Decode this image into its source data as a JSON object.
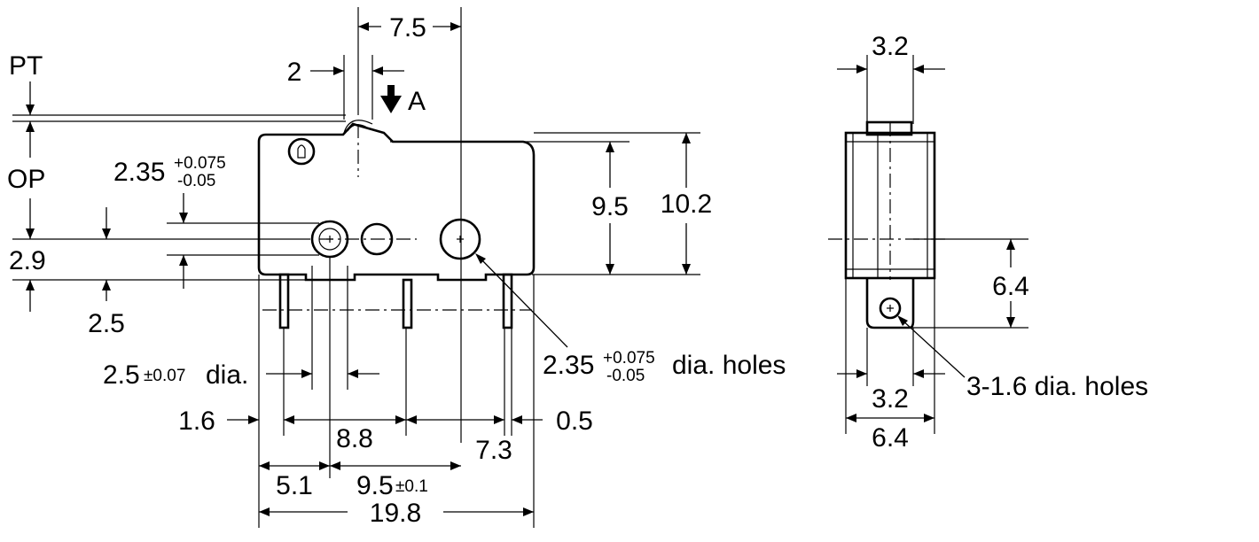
{
  "side_view": {
    "pt_label": "PT",
    "op_label": "OP",
    "op_dim": "2.9",
    "op_offset_dim": "2.5",
    "lever_width_dim": "2",
    "actuator_to_hole_dim": "7.5",
    "force_direction_label": "A",
    "top_hole_to_top_dim": "9.5",
    "overall_height_dim": "10.2",
    "hole_offset_dim": "2.35",
    "hole_offset_tol_plus": "+0.075",
    "hole_offset_tol_minus": "-0.05",
    "pin_dia_value": "2.5",
    "pin_dia_tol": "±0.07",
    "pin_dia_suffix": "dia.",
    "mounting_hole_value": "2.35",
    "mounting_hole_tol_plus": "+0.075",
    "mounting_hole_tol_minus": "-0.05",
    "mounting_hole_suffix": "dia. holes",
    "terminal_left_dim": "1.6",
    "terminal_pitch_dim": "8.8",
    "terminal_right_dim": "7.3",
    "terminal_width_dim": "0.5",
    "hole_left_dim": "5.1",
    "hole_pitch_value": "9.5",
    "hole_pitch_tol": "±0.1",
    "overall_length_dim": "19.8"
  },
  "end_view": {
    "actuator_width_dim": "3.2",
    "terminal_height_dim": "6.4",
    "terminal_hole_label": "3-1.6 dia. holes",
    "terminal_width_dim": "3.2",
    "body_width_dim": "6.4"
  }
}
